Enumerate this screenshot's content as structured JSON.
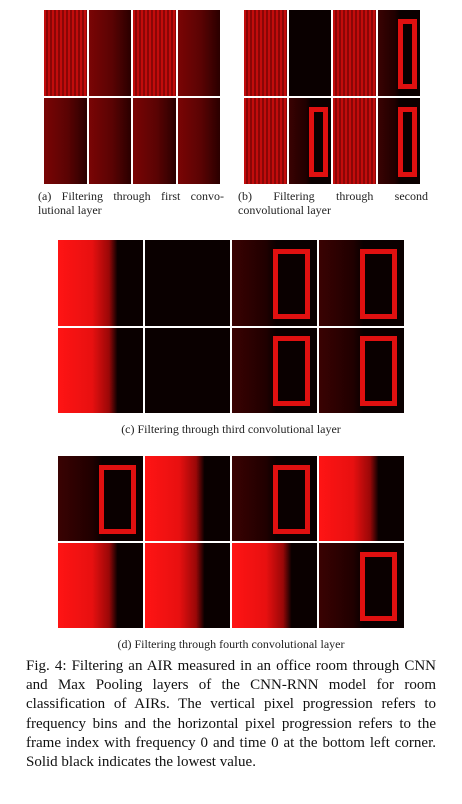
{
  "figure": {
    "subfigures": [
      {
        "caption": "(a) Filtering through first convo- lutional layer",
        "tiles": [
          "redfull",
          "redhalf",
          "redfull",
          "redhalf",
          "redhalf",
          "redhalf",
          "redhalf",
          "redhalf"
        ]
      },
      {
        "caption": "(b) Filtering through second convolutional layer",
        "tiles": [
          "redfull",
          "black",
          "redfull",
          "frame",
          "redfull",
          "frame",
          "redfull",
          "frame"
        ]
      },
      {
        "caption": "(c) Filtering through third convolutional layer",
        "tiles": [
          "blob",
          "black",
          "frame",
          "frame",
          "blob",
          "black",
          "frame",
          "frame",
          "frame",
          "black",
          "frame",
          "frame",
          "frame",
          "black",
          "frame",
          "frame"
        ]
      },
      {
        "caption": "(d) Filtering through fourth convolutional layer",
        "tiles": [
          "frame",
          "blob",
          "frame",
          "blob",
          "blob",
          "blob",
          "blob",
          "frame"
        ]
      }
    ],
    "caption_label": "Fig. 4:",
    "caption_text": "Filtering an AIR measured in an office room through CNN and Max Pooling layers of the CNN-RNN model for room classification of AIRs. The vertical pixel progression refers to frequency bins and the horizontal pixel progression refers to the frame index with frequency 0 and time 0 at the bottom left corner. Solid black indicates the lowest value."
  },
  "colors": {
    "red": "#e01010",
    "dark": "#0a0000",
    "border": "#ffffff"
  }
}
